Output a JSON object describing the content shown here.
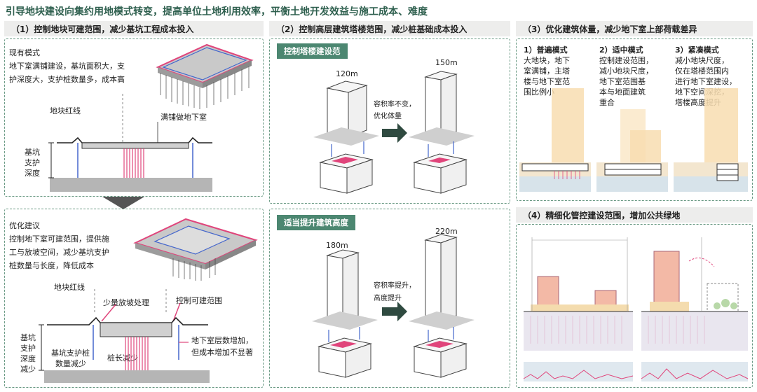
{
  "title": "引导地块建设向集约用地模式转变，提高单位土地利用效率，平衡土地开发效益与施工成本、难度",
  "sec1": {
    "header": "（1）控制地块可建范围，减少基坑工程成本投入",
    "existing_title": "现有模式",
    "existing_desc": [
      "地下室满铺建设，基坑面积大，支",
      "护深度大，支护桩数量多，成本高"
    ],
    "redline": "地块红线",
    "fullbase": "满铺做地下室",
    "support": [
      "基坑",
      "支护",
      "深度"
    ],
    "opt_title": "优化建议",
    "opt_desc": [
      "控制地下室可建范围，提供施",
      "工与放坡空间，减少基坑支护",
      "桩数量与长度，降低成本"
    ],
    "redline2": "地块红线",
    "slope": "少量放坡处理",
    "control_range": "控制可建范围",
    "support2": [
      "基坑",
      "支护",
      "深度",
      "减少"
    ],
    "pile_count": [
      "基坑支护桩",
      "数量减少"
    ],
    "pile_len": "桩长减少",
    "note": [
      "地下室层数增加，",
      "但成本增加不显著"
    ]
  },
  "sec2": {
    "header": "（2）控制高层建筑塔楼范围，减少桩基础成本投入",
    "tag1": "控制塔楼建设范",
    "h1a": "120m",
    "h1b": "150m",
    "arrow1": [
      "容积率不变，",
      "优化体量"
    ],
    "tag2": "适当提升建筑高度",
    "h2a": "180m",
    "h2b": "220m",
    "arrow2": [
      "容积率提升，",
      "高度提升"
    ]
  },
  "sec3": {
    "header": "（3）优化建筑体量，减少地下室上部荷载差异",
    "modes": [
      {
        "title": "1）普遍模式",
        "lines": [
          "大地块，地下",
          "室满铺，主塔",
          "楼与地下室范",
          "围比例小"
        ]
      },
      {
        "title": "2）适中模式",
        "lines": [
          "控制建设范围，",
          "减小地块尺度，",
          "地下室范围基",
          "本与地面建筑",
          "重合"
        ]
      },
      {
        "title": "3）紧凑模式",
        "lines": [
          "减小地块尺度，",
          "仅在塔楼范围内",
          "进行地下室建设，",
          "地下空间深挖，",
          "塔楼高度提升"
        ]
      }
    ]
  },
  "sec4": {
    "header": "（4）精细化管控建设范围，增加公共绿地"
  },
  "colors": {
    "accent": "#4c8771",
    "pink": "#e0457b",
    "tower": "#f8ddb0"
  }
}
